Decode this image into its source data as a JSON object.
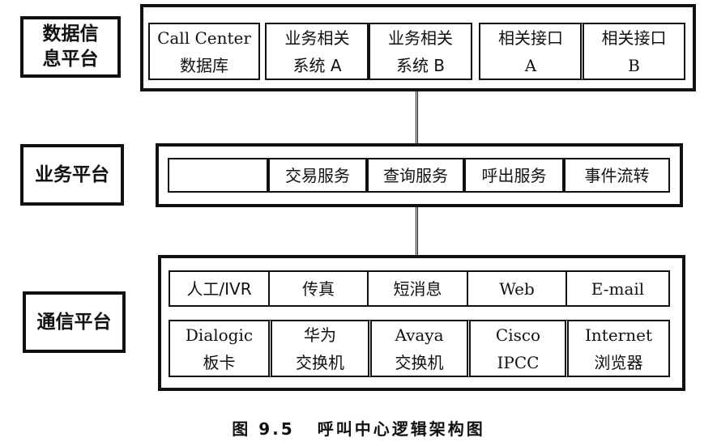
{
  "diagram": {
    "layers": {
      "data": {
        "label": "数据信息平台",
        "label_lines": [
          "数据信",
          "息平台"
        ],
        "cells": [
          {
            "lines": [
              "Call Center",
              "数据库"
            ]
          },
          {
            "lines": [
              "业务相关",
              "系统 A"
            ]
          },
          {
            "lines": [
              "业务相关",
              "系统 B"
            ]
          },
          {
            "lines": [
              "相关接口",
              "A"
            ]
          },
          {
            "lines": [
              "相关接口",
              "B"
            ]
          }
        ]
      },
      "business": {
        "label": "业务平台",
        "cells": [
          {
            "lines": [
              ""
            ]
          },
          {
            "lines": [
              "交易服务"
            ]
          },
          {
            "lines": [
              "查询服务"
            ]
          },
          {
            "lines": [
              "呼出服务"
            ]
          },
          {
            "lines": [
              "事件流转"
            ]
          }
        ]
      },
      "communication": {
        "label": "通信平台",
        "row1": [
          {
            "lines": [
              "人工/IVR"
            ]
          },
          {
            "lines": [
              "传真"
            ]
          },
          {
            "lines": [
              "短消息"
            ]
          },
          {
            "lines": [
              "Web"
            ]
          },
          {
            "lines": [
              "E-mail"
            ]
          }
        ],
        "row2": [
          {
            "lines": [
              "Dialogic",
              "板卡"
            ]
          },
          {
            "lines": [
              "华为",
              "交换机"
            ]
          },
          {
            "lines": [
              "Avaya",
              "交换机"
            ]
          },
          {
            "lines": [
              "Cisco",
              "IPCC"
            ]
          },
          {
            "lines": [
              "Internet",
              "浏览器"
            ]
          }
        ]
      }
    },
    "caption": {
      "figure_number": "图 9.5",
      "title": "呼叫中心逻辑架构图"
    }
  }
}
